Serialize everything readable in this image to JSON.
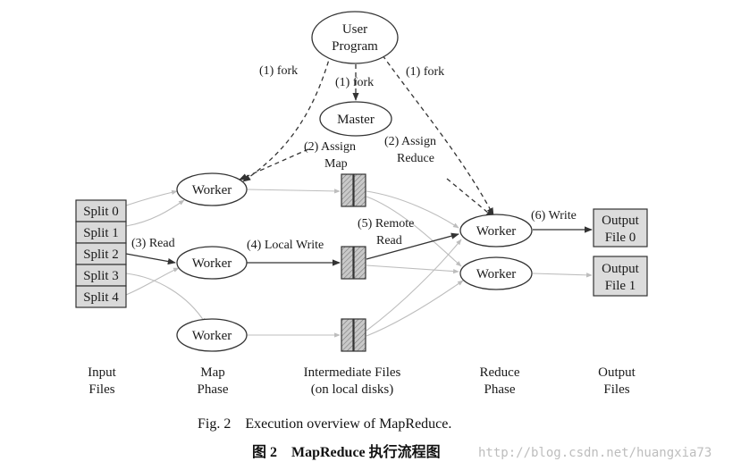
{
  "diagram": {
    "user_program": {
      "line1": "User",
      "line2": "Program"
    },
    "master": "Master",
    "worker_label": "Worker",
    "splits": [
      "Split 0",
      "Split 1",
      "Split 2",
      "Split 3",
      "Split 4"
    ],
    "outputs": [
      {
        "line1": "Output",
        "line2": "File 0"
      },
      {
        "line1": "Output",
        "line2": "File 1"
      }
    ],
    "edge_labels": {
      "fork_left": "(1) fork",
      "fork_mid": "(1) fork",
      "fork_right": "(1) fork",
      "assign_map_1": "(2) Assign",
      "assign_map_2": "Map",
      "assign_reduce_1": "(2) Assign",
      "assign_reduce_2": "Reduce",
      "read": "(3) Read",
      "local_write": "(4) Local Write",
      "remote_read_1": "(5) Remote",
      "remote_read_2": "Read",
      "write": "(6) Write"
    },
    "columns": {
      "input": {
        "line1": "Input",
        "line2": "Files"
      },
      "map": {
        "line1": "Map",
        "line2": "Phase"
      },
      "intermediate": {
        "line1": "Intermediate Files",
        "line2": "(on local disks)"
      },
      "reduce": {
        "line1": "Reduce",
        "line2": "Phase"
      },
      "output": {
        "line1": "Output",
        "line2": "Files"
      }
    }
  },
  "caption": {
    "en": "Fig. 2    Execution overview of MapReduce.",
    "cn": "图 2    MapReduce 执行流程图"
  },
  "watermark": "http://blog.csdn.net/huangxia73"
}
